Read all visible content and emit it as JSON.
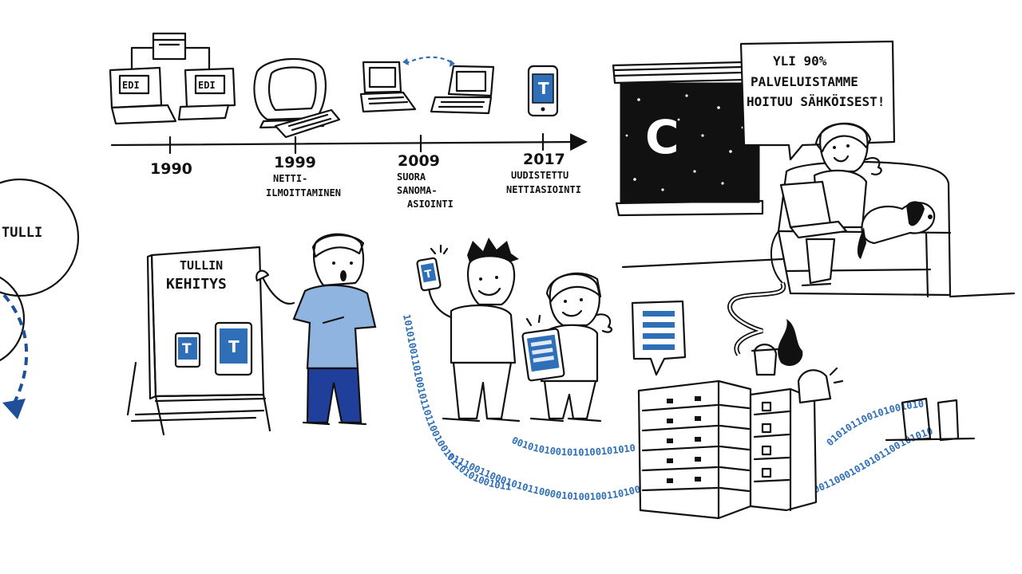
{
  "timeline": [
    {
      "year": "1990",
      "caption": []
    },
    {
      "year": "1999",
      "caption": [
        "NETTI-",
        "ILMOITTAMINEN"
      ]
    },
    {
      "year": "2009",
      "caption": [
        "SUORA",
        "SANOMA-",
        "ASIOINTI"
      ]
    },
    {
      "year": "2017",
      "caption": [
        "UUDISTETTU",
        "NETTIASIOINTI"
      ]
    }
  ],
  "edi_label": "EDI",
  "app_letter": "T",
  "moon_letter": "C",
  "board": {
    "line1": "TULLIN",
    "line2": "KEHITYS"
  },
  "circle_label": "TULLI",
  "speech_bubble": [
    "YLI 90%",
    "PALVELUISTAMME",
    "HOITUU SÄHKÖISEST!"
  ],
  "binary_streams": {
    "left": "1010100110100101101100100101101010010110100",
    "bottom": "01110011000101011000010100100110100",
    "mid": "001010100101010010101010100",
    "right": "00100110001010101100101010",
    "right2": "010101100101001010100"
  },
  "colors": {
    "ink": "#111111",
    "accent_blue": "#2f6fb7",
    "shirt_blue": "#8fb4e0",
    "jeans": "#1f3f9a"
  }
}
